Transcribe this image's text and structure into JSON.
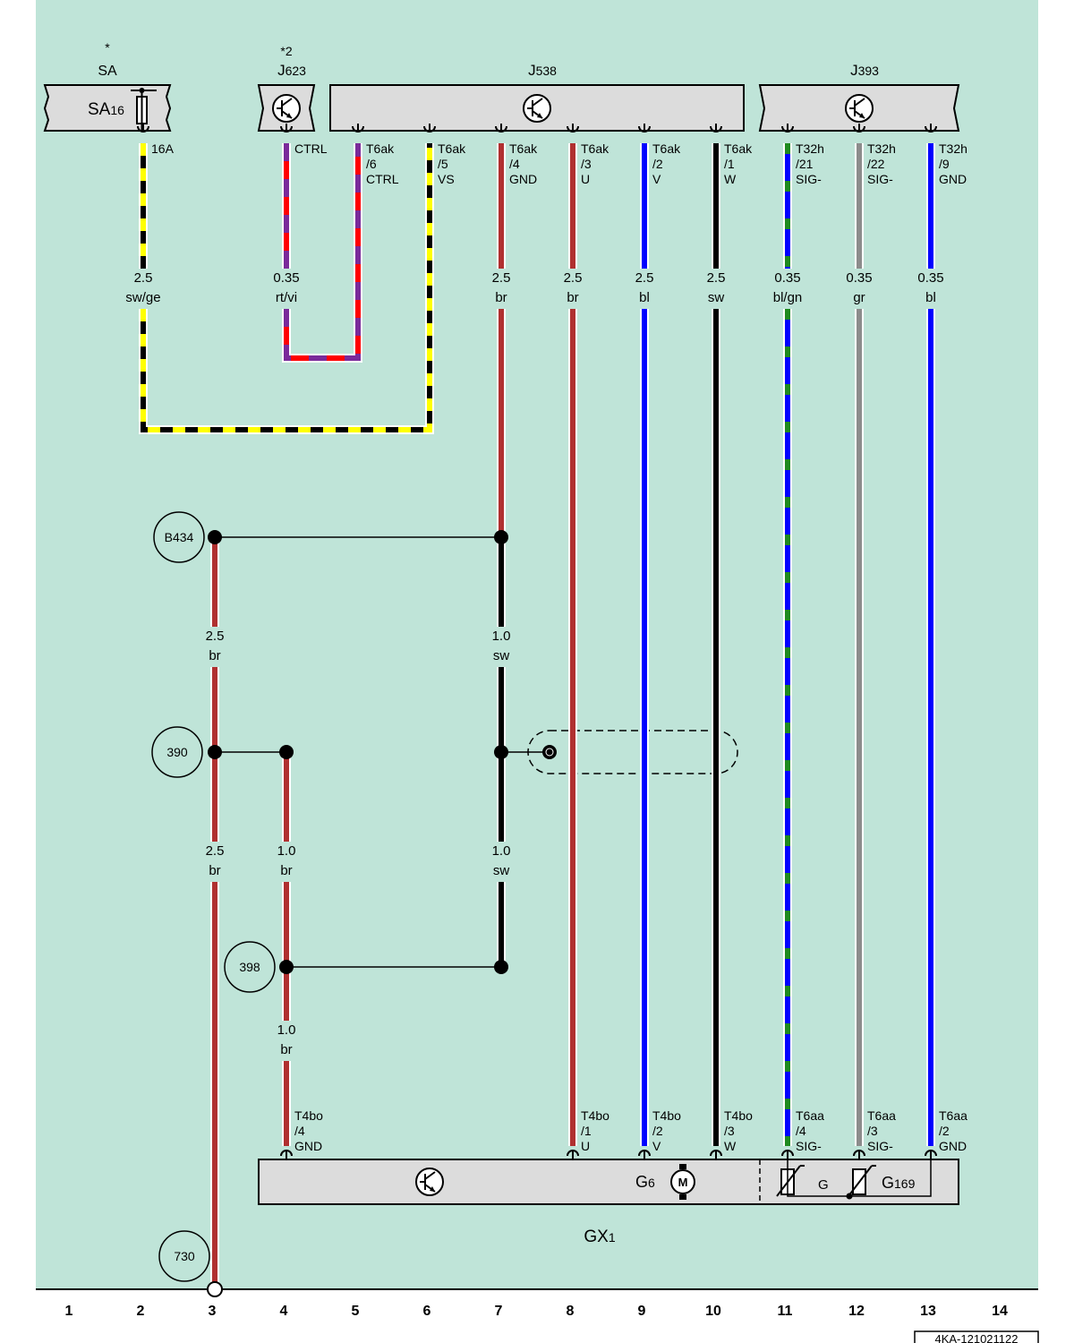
{
  "components": {
    "sa_star": "*",
    "sa_name": "SA",
    "sa_fuse": "SA",
    "sa_fuse_sub": "16",
    "j623_star": "*2",
    "j623": "J",
    "j623_sub": "623",
    "j538": "J",
    "j538_sub": "538",
    "j393": "J",
    "j393_sub": "393",
    "g6": "G",
    "g6_sub": "6",
    "g": "G",
    "g169": "G",
    "g169_sub": "169",
    "gx1": "GX",
    "gx1_sub": "1"
  },
  "motor_label": "M",
  "pins_top": [
    {
      "l1": "16A",
      "l2": "",
      "l3": ""
    },
    {
      "l1": "CTRL",
      "l2": "",
      "l3": ""
    },
    {
      "l1": "T6ak",
      "l2": "/6",
      "l3": "CTRL"
    },
    {
      "l1": "T6ak",
      "l2": "/5",
      "l3": "VS"
    },
    {
      "l1": "T6ak",
      "l2": "/4",
      "l3": "GND"
    },
    {
      "l1": "T6ak",
      "l2": "/3",
      "l3": "U"
    },
    {
      "l1": "T6ak",
      "l2": "/2",
      "l3": "V"
    },
    {
      "l1": "T6ak",
      "l2": "/1",
      "l3": "W"
    },
    {
      "l1": "T32h",
      "l2": "/21",
      "l3": "SIG-"
    },
    {
      "l1": "T32h",
      "l2": "/22",
      "l3": "SIG-"
    },
    {
      "l1": "T32h",
      "l2": "/9",
      "l3": "GND"
    }
  ],
  "pins_bottom": [
    {
      "l1": "T4bo",
      "l2": "/4",
      "l3": "GND"
    },
    {
      "l1": "T4bo",
      "l2": "/1",
      "l3": "U"
    },
    {
      "l1": "T4bo",
      "l2": "/2",
      "l3": "V"
    },
    {
      "l1": "T4bo",
      "l2": "/3",
      "l3": "W"
    },
    {
      "l1": "T6aa",
      "l2": "/4",
      "l3": "SIG-"
    },
    {
      "l1": "T6aa",
      "l2": "/3",
      "l3": "SIG-"
    },
    {
      "l1": "T6aa",
      "l2": "/2",
      "l3": "GND"
    }
  ],
  "wire_labels": [
    {
      "size": "2.5",
      "color": "sw/ge"
    },
    {
      "size": "0.35",
      "color": "rt/vi"
    },
    {
      "size": "2.5",
      "color": "br"
    },
    {
      "size": "2.5",
      "color": "br"
    },
    {
      "size": "2.5",
      "color": "bl"
    },
    {
      "size": "2.5",
      "color": "sw"
    },
    {
      "size": "0.35",
      "color": "bl/gn"
    },
    {
      "size": "0.35",
      "color": "gr"
    },
    {
      "size": "0.35",
      "color": "bl"
    },
    {
      "size": "2.5",
      "color": "br"
    },
    {
      "size": "1.0",
      "color": "sw"
    },
    {
      "size": "2.5",
      "color": "br"
    },
    {
      "size": "1.0",
      "color": "br"
    },
    {
      "size": "1.0",
      "color": "sw"
    },
    {
      "size": "1.0",
      "color": "br"
    }
  ],
  "ground_points": [
    "B434",
    "390",
    "398",
    "730"
  ],
  "track_numbers": [
    "1",
    "2",
    "3",
    "4",
    "5",
    "6",
    "7",
    "8",
    "9",
    "10",
    "11",
    "12",
    "13",
    "14"
  ],
  "diagram_code": "4KA-121021122",
  "colors": {
    "background": "#bfe4d8",
    "box": "#dcdcdc",
    "br": "#b03030",
    "bl": "#0000ff",
    "sw": "#000000",
    "ge": "#ffff00",
    "rt": "#ff0000",
    "vi": "#7a2a9a",
    "gn": "#1f8a1f",
    "gr": "#8c8c8c"
  }
}
